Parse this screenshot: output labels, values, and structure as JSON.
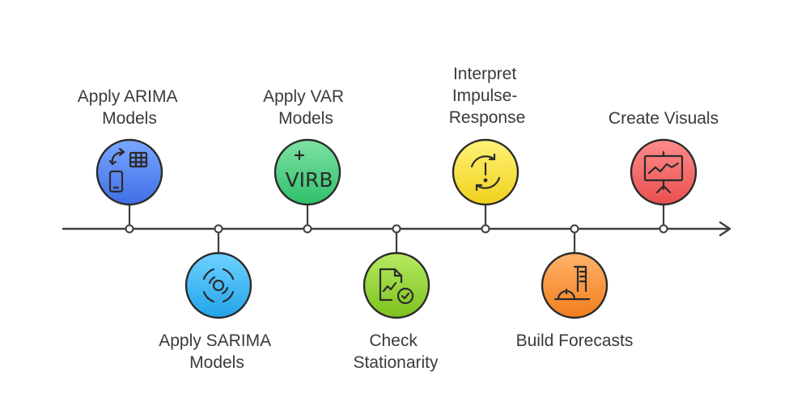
{
  "steps": [
    {
      "id": "arima",
      "label_lines": [
        "Apply ARIMA",
        "Models"
      ],
      "position": "top",
      "color_light": "#7aa7ff",
      "color_dark": "#3f6fe6",
      "icon": "arima-transform-icon"
    },
    {
      "id": "sarima",
      "label_lines": [
        "Apply SARIMA",
        "Models"
      ],
      "position": "bottom",
      "color_light": "#6ed2ff",
      "color_dark": "#22a3ea",
      "icon": "sarima-cycle-icon"
    },
    {
      "id": "var",
      "label_lines": [
        "Apply VAR",
        "Models"
      ],
      "position": "top",
      "color_light": "#7fe3a4",
      "color_dark": "#2fbf6a",
      "icon": "var-formula-icon",
      "icon_text": "VIRB"
    },
    {
      "id": "stationarity",
      "label_lines": [
        "Check",
        "Stationarity"
      ],
      "position": "bottom",
      "color_light": "#b6ea63",
      "color_dark": "#7cc21c",
      "icon": "stationarity-check-icon"
    },
    {
      "id": "impulse",
      "label_lines": [
        "Interpret",
        "Impulse-",
        "Response"
      ],
      "position": "top",
      "color_light": "#fff27a",
      "color_dark": "#f0d21a",
      "icon": "impulse-alert-icon"
    },
    {
      "id": "forecasts",
      "label_lines": [
        "Build Forecasts"
      ],
      "position": "bottom",
      "color_light": "#ffb36a",
      "color_dark": "#f27d1c",
      "icon": "forecast-construction-icon"
    },
    {
      "id": "visuals",
      "label_lines": [
        "Create Visuals"
      ],
      "position": "top",
      "color_light": "#ff8c8c",
      "color_dark": "#ea4f4f",
      "icon": "presentation-board-icon"
    }
  ],
  "colors": {
    "axis": "#3d3d3d",
    "outline": "#2b2b2b",
    "text": "#3a3a3a"
  }
}
